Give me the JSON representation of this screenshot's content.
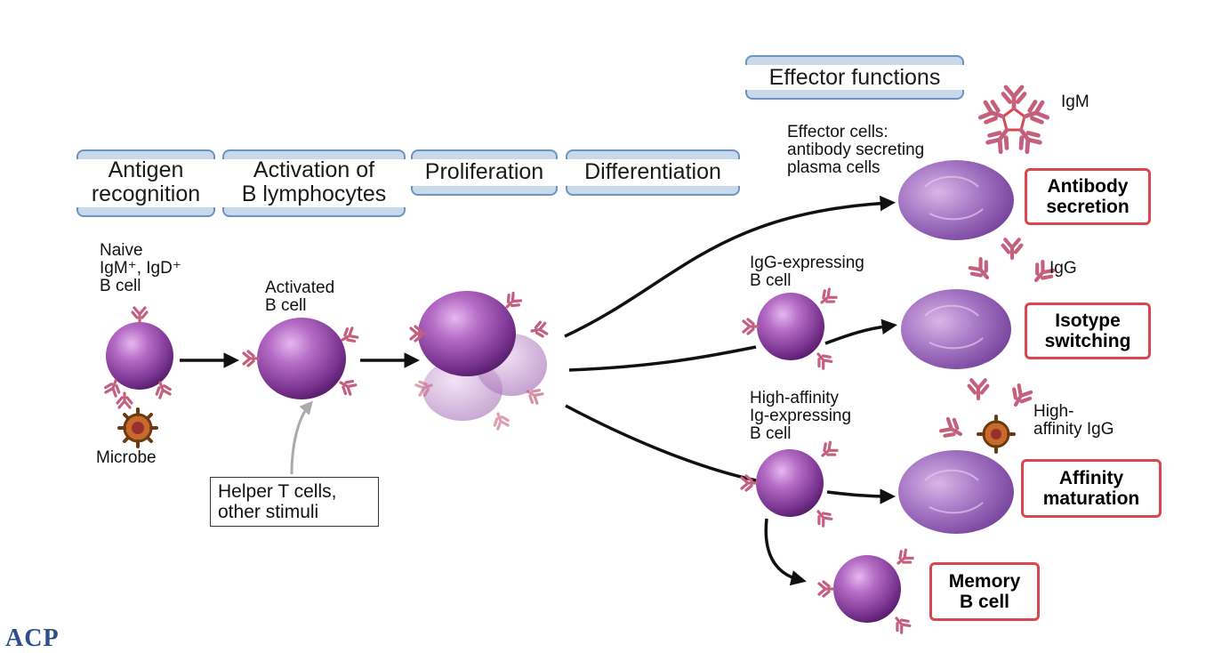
{
  "phases": {
    "antigen_recognition": "Antigen\nrecognition",
    "activation": "Activation of\nB lymphocytes",
    "proliferation": "Proliferation",
    "differentiation": "Differentiation",
    "effector_functions": "Effector functions"
  },
  "labels": {
    "naive_cell": "Naive\nIgM⁺, IgD⁺\nB cell",
    "microbe": "Microbe",
    "activated_cell": "Activated\nB cell",
    "helper": "Helper T cells,\nother stimuli",
    "effector_cells": "Effector cells:\nantibody secreting\nplasma cells",
    "igg_expressing": "IgG-expressing\nB cell",
    "high_affinity_cell": "High-affinity\nIg-expressing\nB cell",
    "igm": "IgM",
    "igg": "IgG",
    "high_affinity_igg": "High-\naffinity IgG"
  },
  "outcomes": {
    "antibody_secretion": "Antibody\nsecretion",
    "isotype_switching": "Isotype\nswitching",
    "affinity_maturation": "Affinity\nmaturation",
    "memory_b_cell": "Memory\nB cell"
  },
  "logo": "ACP",
  "colors": {
    "cell": "#9b4fb0",
    "cell_dark": "#6a2a82",
    "receptor": "#c4607e",
    "outcome_border": "#d9464d",
    "phase_border": "#6f93bf",
    "arrow": "#111111"
  }
}
